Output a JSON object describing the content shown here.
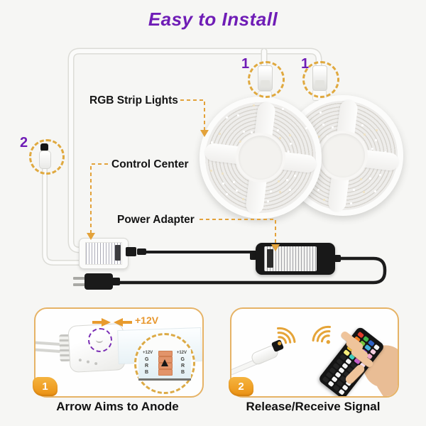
{
  "title": "Easy to Install",
  "colors": {
    "title_purple": "#6f1db6",
    "callout_purple": "#6f1db6",
    "leader_orange": "#e3a23a",
    "badge_orange": "#f09a1e",
    "box_border_orange": "#e6b366",
    "voltage_orange": "#e8972e",
    "remote_key_dark": "#242424",
    "remote_key_light": "#f5f5f5"
  },
  "diagram": {
    "labels": {
      "strip": "RGB Strip Lights",
      "controller": "Control Center",
      "adapter": "Power Adapter"
    },
    "callouts": {
      "connector_left": "1",
      "connector_right": "1",
      "ir_receiver": "2"
    }
  },
  "steps": {
    "step1": {
      "number": "1",
      "caption": "Arrow Aims to Anode",
      "voltage_label": "+12V",
      "magnifier": {
        "left_label": "+12V",
        "right_label": "+12V",
        "pins_left": [
          "G",
          "R",
          "B"
        ],
        "pins_right": [
          "G",
          "R",
          "B"
        ]
      }
    },
    "step2": {
      "number": "2",
      "caption": "Release/Receive Signal"
    }
  },
  "remote_palette": [
    "#e33b2b",
    "#41b649",
    "#2f62c4",
    "#f5f5f5",
    "#f07f23",
    "#79c53e",
    "#41b0dd",
    "#f3cfe0",
    "#f0a02c",
    "#2fb59a",
    "#7a3fc1",
    "#f0a9cc",
    "#f3c52e",
    "#35c3d8",
    "#9b59c9",
    "#fafafa",
    "#f7ef7a",
    "#3fd0c0",
    "#c65fc9",
    "#f6dff0"
  ]
}
